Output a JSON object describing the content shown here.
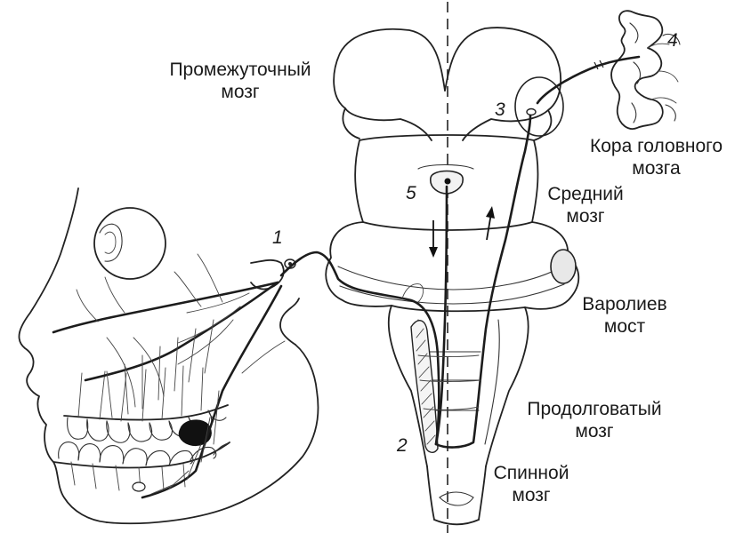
{
  "labels": {
    "diencephalon": [
      "Промежуточный",
      "мозг"
    ],
    "cortex": [
      "Кора головного",
      "мозга"
    ],
    "midbrain": [
      "Средний",
      "мозг"
    ],
    "pons": [
      "Варолиев",
      "мост"
    ],
    "medulla": [
      "Продолговатый",
      "мозг"
    ],
    "spinal": [
      "Спинной",
      "мозг"
    ]
  },
  "numbers": {
    "n1": "1",
    "n2": "2",
    "n3": "3",
    "n4": "4",
    "n5": "5"
  }
}
